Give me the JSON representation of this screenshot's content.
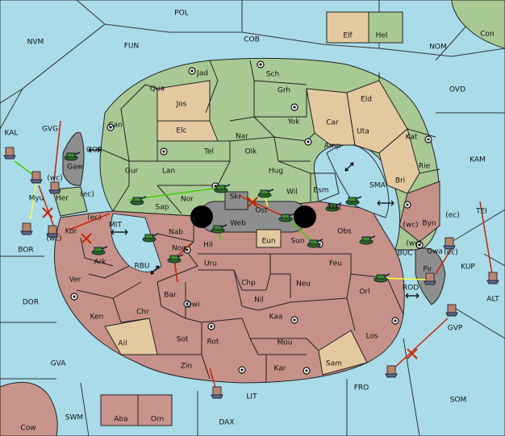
{
  "map": {
    "colors": {
      "sea": "#a9dbe9",
      "green": "#a8c994",
      "tan": "#e4c9a0",
      "red": "#c59189",
      "grey": "#8e8e8e",
      "pink": "#c9948c",
      "move_red": "#cc2200",
      "move_yellow": "#ffff33",
      "move_green": "#44cc00"
    },
    "labels": {
      "POL": "POL",
      "COB": "COB",
      "NOM": "NOM",
      "FUN": "FUN",
      "NVM": "NVM",
      "OVD": "OVD",
      "KAM": "KAM",
      "SMA": "SMA",
      "TEI": "TEI",
      "KAL": "KAL",
      "GVG": "GVG",
      "GOR": "GOR",
      "BOR": "BOR",
      "MIT": "MIT",
      "RBU": "RBU",
      "DOR": "DOR",
      "GVA": "GVA",
      "SWM": "SWM",
      "DAX": "DAX",
      "LIT": "LIT",
      "FRO": "FRO",
      "SOM": "SOM",
      "GVP": "GVP",
      "ALT": "ALT",
      "KUP": "KUP",
      "BUC": "BUC",
      "ROD": "ROD",
      "Elf": "Elf",
      "Hel": "Hel",
      "Con": "Con",
      "Cow": "Cow",
      "Aba": "Aba",
      "Orn": "Orn",
      "Jad": "Jad",
      "Sch": "Sch",
      "Qua": "Qua",
      "Jos": "Jos",
      "Grh": "Grh",
      "Eld": "Eld",
      "Can": "Can",
      "Yok": "Yok",
      "Car": "Car",
      "Uta": "Uta",
      "Elc": "Elc",
      "Nar": "Nar",
      "Kat": "Kat",
      "Amp": "Amp",
      "Tel": "Tel",
      "Olk": "Olk",
      "Gaw": "Gaw",
      "Gur": "Gur",
      "Lan": "Lan",
      "Hug": "Hug",
      "Rie": "Rie",
      "Bri": "Bri",
      "Esm": "Esm",
      "Wil": "Wil",
      "Skr": "Skr",
      "Nor": "Nor",
      "Sap": "Sap",
      "Her": "Her",
      "Myu": "Myu",
      "Ost": "Ost",
      "Mel": "Mel",
      "Byn": "Byn",
      "Web": "Web",
      "Nab": "Nab",
      "Kor": "Kor",
      "Sun": "Sun",
      "Obs": "Obs",
      "Eun": "Eun",
      "Hil": "Hil",
      "Nog": "Nog",
      "Ark": "Ark",
      "Uru": "Uru",
      "Feu": "Feu",
      "Gwa": "Gwa",
      "Pir": "Pir",
      "Ver": "Ver",
      "Chp": "Chp",
      "Neu": "Neu",
      "Orl": "Orl",
      "Bar": "Bar",
      "Qwi": "Qwi",
      "Nil": "Nil",
      "Ken": "Ken",
      "Chr": "Chr",
      "Kaa": "Kaa",
      "Los": "Los",
      "Ail": "Ail",
      "Sot": "Sot",
      "Rot": "Rot",
      "Mou": "Mou",
      "Sam": "Sam",
      "Zin": "Zin",
      "Kar": "Kar"
    },
    "coast_notes": {
      "wc1": "(wc)",
      "wc2": "(wc)",
      "wc3": "(wc)",
      "wc4": "(wc)",
      "ec1": "(ec)",
      "ec2": "(ec)",
      "ec3": "(ec)",
      "ec4": "(ec)"
    },
    "unit_icons": {
      "army": "tank-icon",
      "fleet": "ship-icon"
    }
  }
}
